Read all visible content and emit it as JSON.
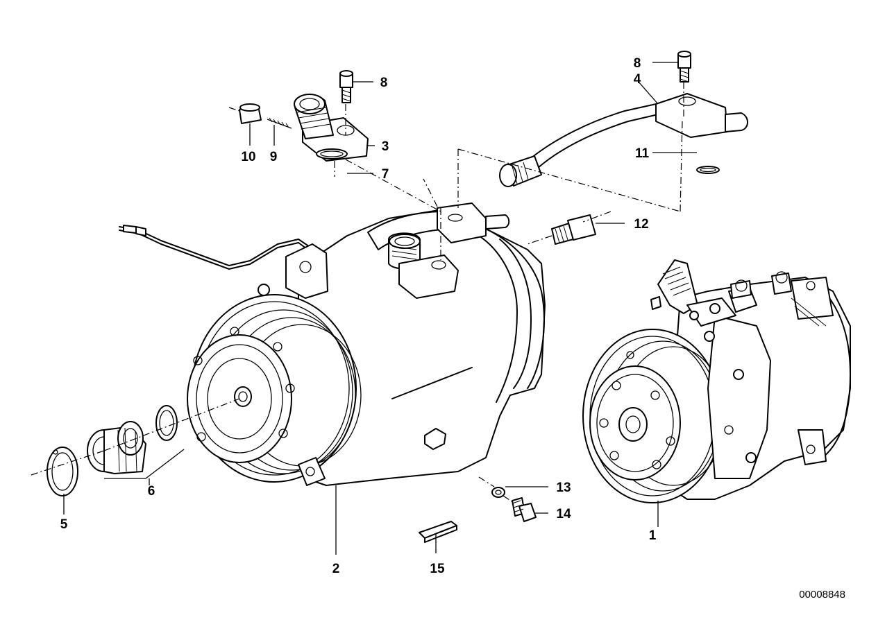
{
  "callouts": [
    {
      "id": "1",
      "label": "1"
    },
    {
      "id": "2",
      "label": "2"
    },
    {
      "id": "3",
      "label": "3"
    },
    {
      "id": "4",
      "label": "4"
    },
    {
      "id": "5",
      "label": "5"
    },
    {
      "id": "6",
      "label": "6"
    },
    {
      "id": "7",
      "label": "7"
    },
    {
      "id": "8a",
      "label": "8"
    },
    {
      "id": "8b",
      "label": "8"
    },
    {
      "id": "9",
      "label": "9"
    },
    {
      "id": "10",
      "label": "10"
    },
    {
      "id": "11",
      "label": "11"
    },
    {
      "id": "12",
      "label": "12"
    },
    {
      "id": "13",
      "label": "13"
    },
    {
      "id": "14",
      "label": "14"
    },
    {
      "id": "15",
      "label": "15"
    }
  ],
  "reference_number": "00008848"
}
